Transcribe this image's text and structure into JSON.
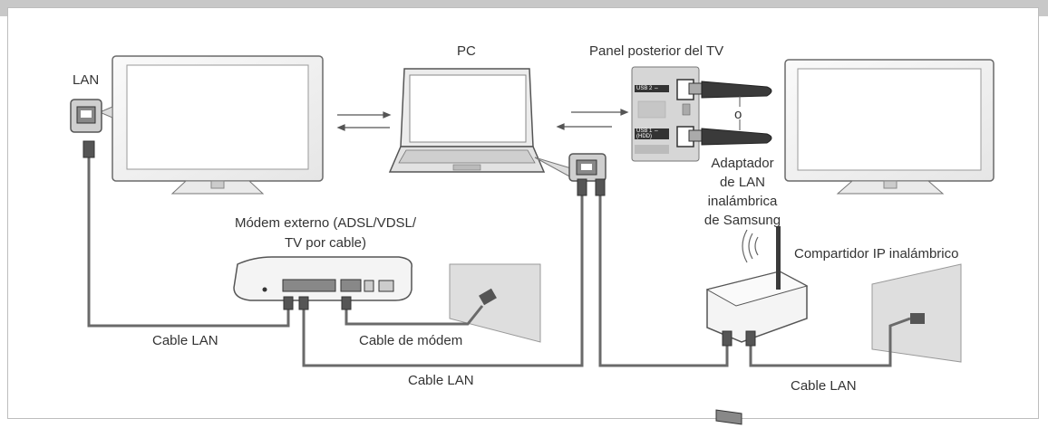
{
  "labels": {
    "lan": "LAN",
    "pc": "PC",
    "tv_back_panel": "Panel posterior del TV",
    "or": "o",
    "adapter_1": "Adaptador",
    "adapter_2": "de LAN",
    "adapter_3": "inalámbrica",
    "adapter_4": "de Samsung",
    "modem_1": "Módem externo (ADSL/VDSL/",
    "modem_2": "TV por cable)",
    "wireless_router": "Compartidor IP inalámbrico",
    "cable_lan_left": "Cable LAN",
    "cable_modem": "Cable de módem",
    "cable_lan_middle": "Cable LAN",
    "cable_lan_right": "Cable LAN"
  },
  "tv_panel_ports": {
    "usb2": "USB 2 ⇔",
    "usb1": "USB 1 ⇔",
    "usb1_sub": "(HDD)"
  },
  "colors": {
    "device_outline": "#555555",
    "device_fill": "#f4f4f4",
    "screen_fill": "#ffffff",
    "cable": "#6a6a6a",
    "wall": "#dedede",
    "panel_bg": "#d6d6d6",
    "dongle": "#3a3a3a"
  }
}
